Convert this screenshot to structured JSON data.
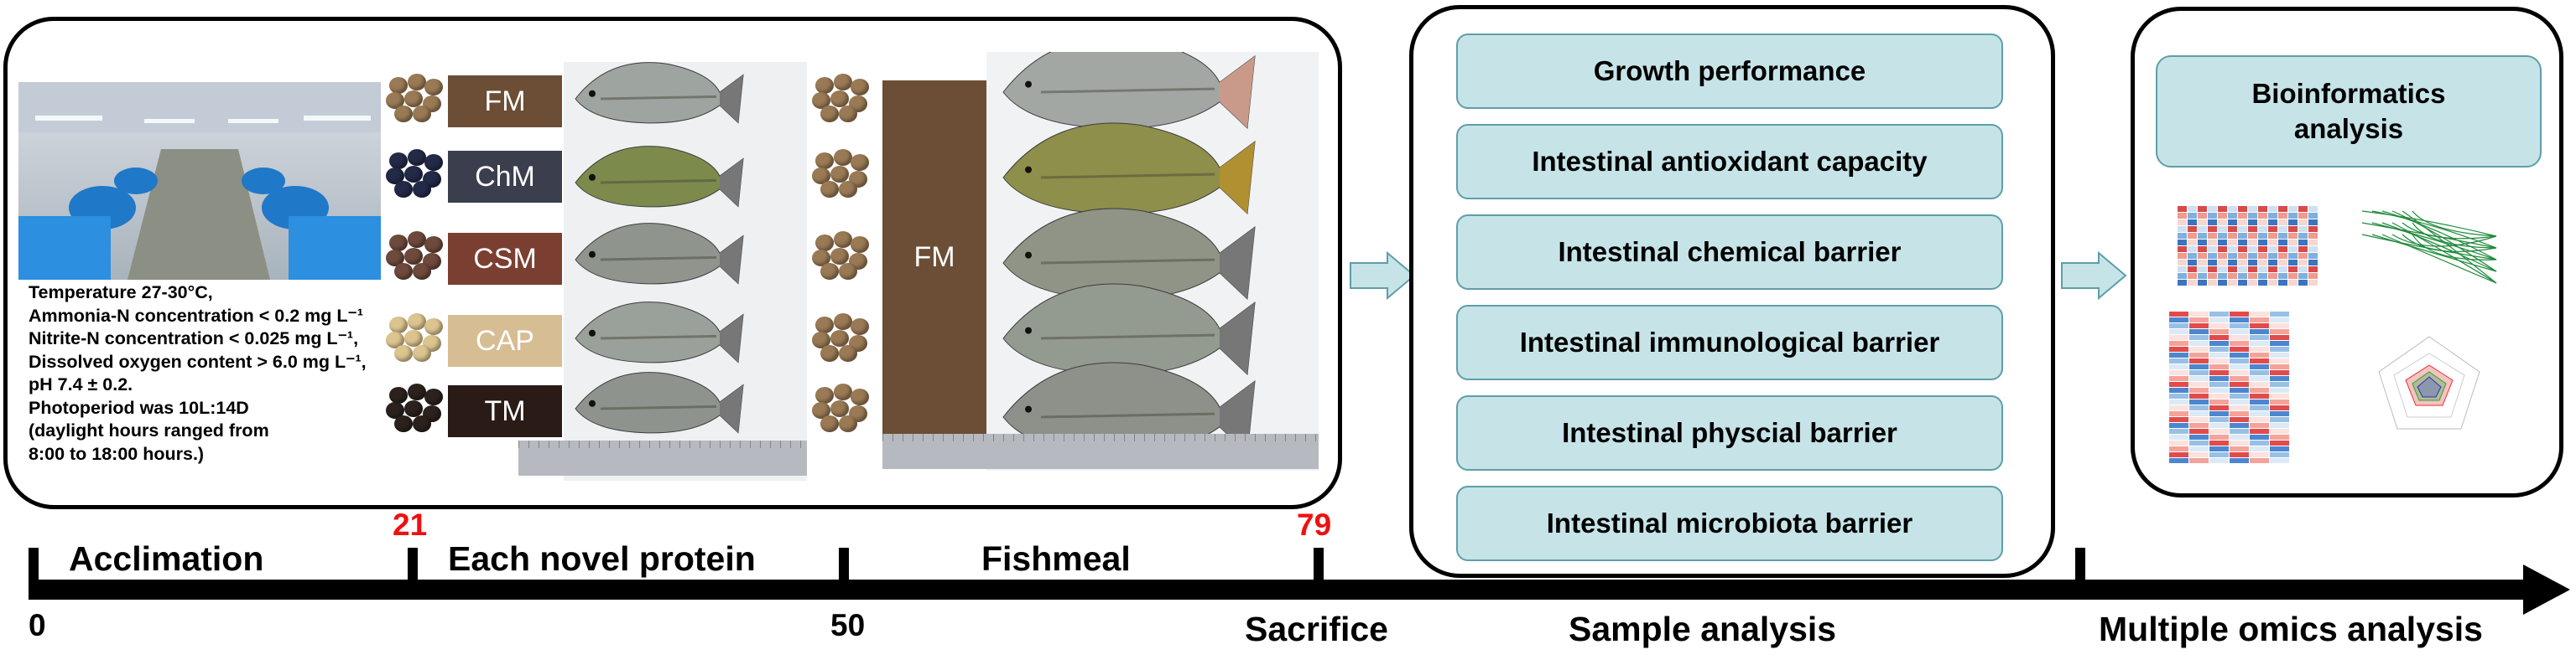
{
  "diets": [
    "FM",
    "ChM",
    "CSM",
    "CAP",
    "TM"
  ],
  "diet_colors": {
    "FM": "#6b4e35",
    "ChM": "#3b3e4c",
    "CSM": "#7a3f31",
    "CAP": "#d7bd93",
    "TM": "#2a1b17"
  },
  "pellet_colors": [
    "#9a7a55",
    "#232a48",
    "#6e4a3c",
    "#dcc48f",
    "#2b211d"
  ],
  "second_phase_diet": "FM",
  "conditions_text": "Temperature 27-30°C,\nAmmonia-N concentration < 0.2 mg L⁻¹\nNitrite-N concentration < 0.025 mg L⁻¹,\nDissolved oxygen content > 6.0 mg L⁻¹,\npH  7.4 ± 0.2.\nPhotoperiod was 10L:14D\n(daylight hours ranged from\n8:00 to 18:00 hours.)",
  "analyses": [
    "Growth performance",
    "Intestinal antioxidant capacity",
    "Intestinal chemical barrier",
    "Intestinal immunological barrier",
    "Intestinal physcial barrier",
    "Intestinal microbiota barrier"
  ],
  "bioinformatics": "Bioinformatics\nanalysis",
  "timeline": {
    "stages": [
      "Acclimation",
      "Each novel protein",
      "Fishmeal"
    ],
    "days_red": [
      "21",
      "79"
    ],
    "days_black": [
      "0",
      "50"
    ],
    "bottom_labels": [
      "Sacrifice",
      "Sample analysis",
      "Multiple omics analysis"
    ]
  },
  "accent_color": "#c6e4e8",
  "red_color": "#ee1111"
}
